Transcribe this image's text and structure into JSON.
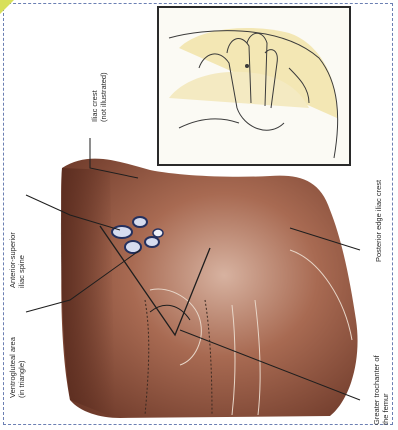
{
  "labels": {
    "iliac_crest_line1": "Iliac crest",
    "iliac_crest_line2": "(not illustrated)",
    "anterior_spine_line1": "Anterior-superior",
    "anterior_spine_line2": "iliac spine",
    "ventrogluteal_line1": "Ventrogluteal area",
    "ventrogluteal_line2": "(in triangle)",
    "greater_trochanter_line1": "Greater trochanter of",
    "greater_trochanter_line2": "the femur",
    "posterior_edge": "Posterior edge iliac crest"
  },
  "colors": {
    "skin_dark": "#6e3a2a",
    "skin_mid": "#a86a52",
    "skin_light": "#d7b2a0",
    "hand_sketch_fill": "#f1e3a8",
    "frame_border": "#6b7fb3",
    "corner_accent": "#d8e05a"
  }
}
